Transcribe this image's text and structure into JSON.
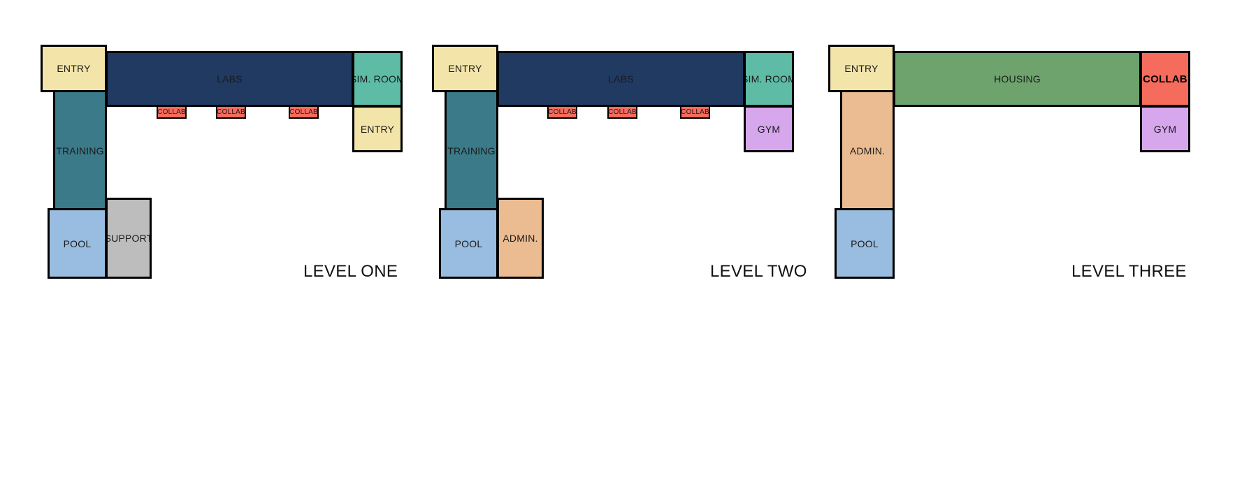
{
  "colors": {
    "entry": "#f3e4a9",
    "labs": "#203a62",
    "sim_room": "#5ebba6",
    "training": "#3b7a88",
    "pool": "#99bde0",
    "support": "#bdbdbd",
    "admin": "#ebbc92",
    "gym": "#d7a7ed",
    "housing": "#6ea36d",
    "collab": "#f56b5c"
  },
  "levels": [
    {
      "title": "LEVEL ONE",
      "rooms": {
        "entry_main": "ENTRY",
        "labs": "LABS",
        "sim_room": "SIM. ROOM",
        "entry_east": "ENTRY",
        "training": "TRAINING",
        "pool": "POOL",
        "support": "SUPPORT",
        "collab_1": "COLLAB",
        "collab_2": "COLLAB",
        "collab_3": "COLLAB"
      }
    },
    {
      "title": "LEVEL TWO",
      "rooms": {
        "entry_main": "ENTRY",
        "labs": "LABS",
        "sim_room": "SIM. ROOM",
        "gym": "GYM",
        "training": "TRAINING",
        "pool": "POOL",
        "admin": "ADMIN.",
        "collab_1": "COLLAB",
        "collab_2": "COLLAB",
        "collab_3": "COLLAB"
      }
    },
    {
      "title": "LEVEL THREE",
      "rooms": {
        "entry_main": "ENTRY",
        "housing": "HOUSING",
        "collab": "COLLAB",
        "gym": "GYM",
        "admin": "ADMIN.",
        "pool": "POOL"
      }
    }
  ]
}
